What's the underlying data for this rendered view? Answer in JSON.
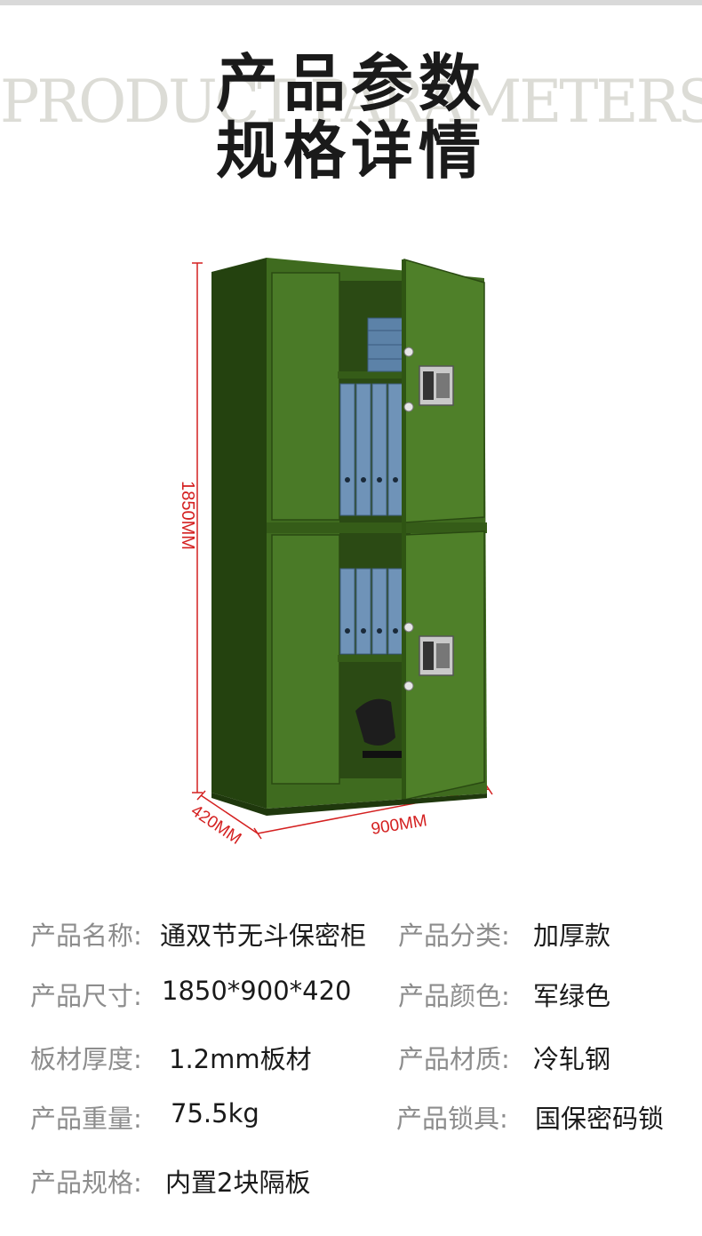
{
  "header": {
    "title_line1": "产品参数",
    "title_line2": "规格详情",
    "bg_english": "PRODUCT PARAMETERS"
  },
  "dimensions": {
    "height": "1850MM",
    "width": "900MM",
    "depth": "420MM"
  },
  "colors": {
    "cabinet_green": "#3f6b1f",
    "cabinet_dark": "#24420f",
    "dimension_red": "#d42020",
    "label_gray": "#8d8d8d",
    "value_dark": "#1a1a1a",
    "binder_blue": "#6f93b8"
  },
  "specs": [
    {
      "label": "产品名称:",
      "value": "通双节无斗保密柜"
    },
    {
      "label": "产品分类:",
      "value": "加厚款"
    },
    {
      "label": "产品尺寸:",
      "value": "1850*900*420"
    },
    {
      "label": "产品颜色:",
      "value": "军绿色"
    },
    {
      "label": "板材厚度:",
      "value": "1.2mm板材"
    },
    {
      "label": "产品材质:",
      "value": "冷轧钢"
    },
    {
      "label": "产品重量:",
      "value": "75.5kg"
    },
    {
      "label": "产品锁具:",
      "value": "国保密码锁"
    },
    {
      "label": "产品规格:",
      "value": "内置2块隔板"
    }
  ]
}
